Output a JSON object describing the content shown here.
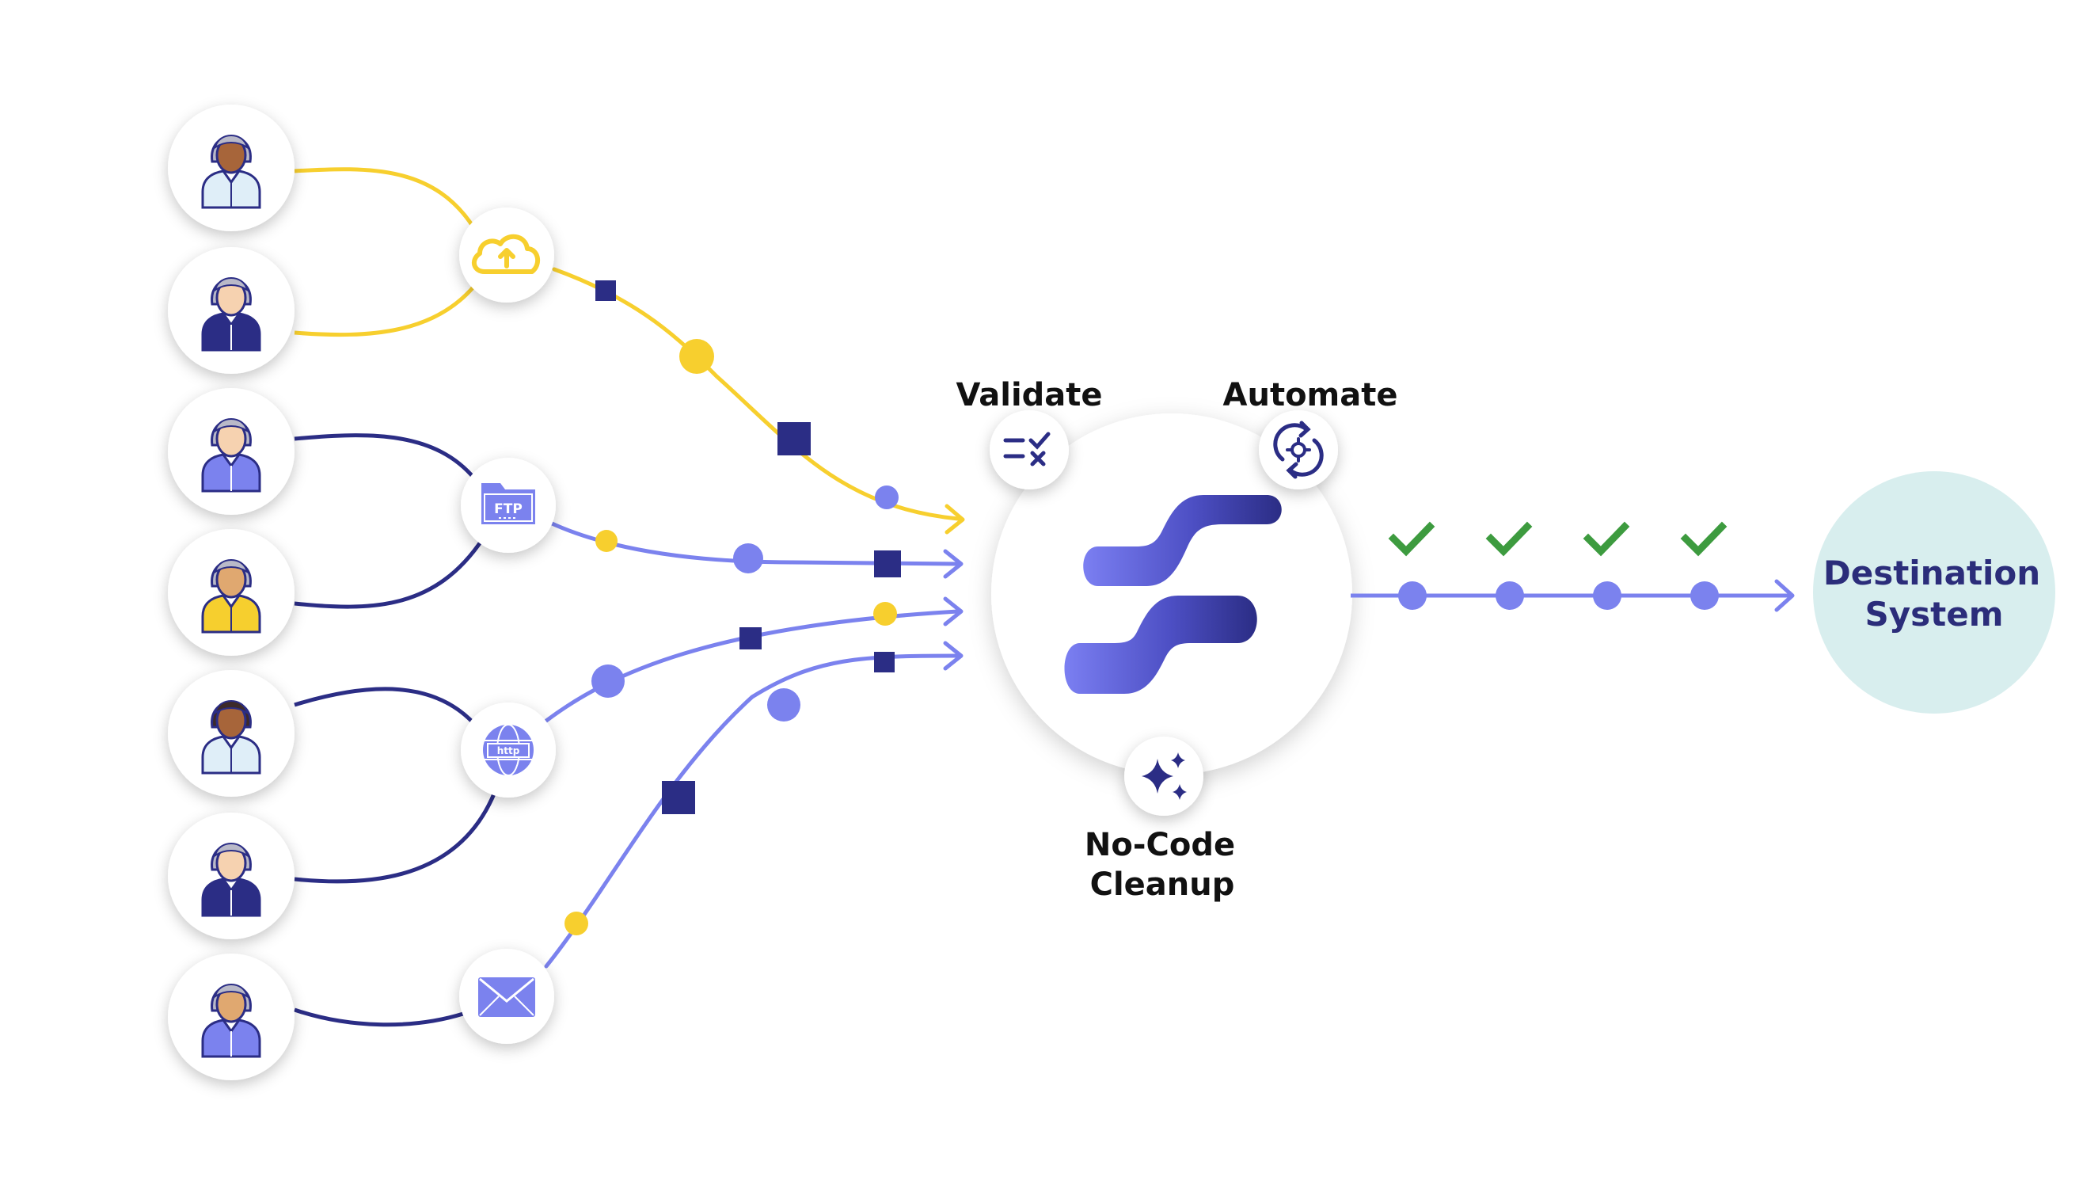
{
  "labels": {
    "validate": "Validate",
    "automate": "Automate",
    "cleanup_line1": "No-Code",
    "cleanup_line2": "Cleanup",
    "destination_line1": "Destination",
    "destination_line2": "System"
  },
  "colors": {
    "yellow": "#f7cf2e",
    "navy": "#2b2d85",
    "periwinkle": "#7b82ee",
    "check_green": "#3d9b3f",
    "destination_bg": "#d8eeee",
    "user_shirt_light": "#dfeef8",
    "user_shirt_yellow": "#f6cf2e",
    "user_shirt_blue": "#7b82ee",
    "user_shirt_navy": "#2b2d85"
  },
  "users": [
    {
      "icon": "user-icon",
      "shirt": "light",
      "skin": "dark",
      "hair": "gray"
    },
    {
      "icon": "user-icon",
      "shirt": "navy",
      "skin": "light",
      "hair": "gray"
    },
    {
      "icon": "user-icon",
      "shirt": "blue",
      "skin": "light",
      "hair": "gray"
    },
    {
      "icon": "user-icon",
      "shirt": "yellow",
      "skin": "medium",
      "hair": "gray"
    },
    {
      "icon": "user-icon",
      "shirt": "light",
      "skin": "dark",
      "hair": "dark"
    },
    {
      "icon": "user-icon",
      "shirt": "navy",
      "skin": "light",
      "hair": "gray"
    },
    {
      "icon": "user-icon",
      "shirt": "blue",
      "skin": "medium",
      "hair": "gray"
    }
  ],
  "sources": [
    {
      "icon": "cloud-upload-icon"
    },
    {
      "icon": "ftp-folder-icon",
      "text": "FTP"
    },
    {
      "icon": "web-http-icon",
      "text": "http"
    },
    {
      "icon": "email-envelope-icon"
    }
  ],
  "tools": [
    {
      "icon": "validate-icon"
    },
    {
      "icon": "automate-icon"
    },
    {
      "icon": "sparkle-cleanup-icon"
    }
  ],
  "output_checks": 4
}
